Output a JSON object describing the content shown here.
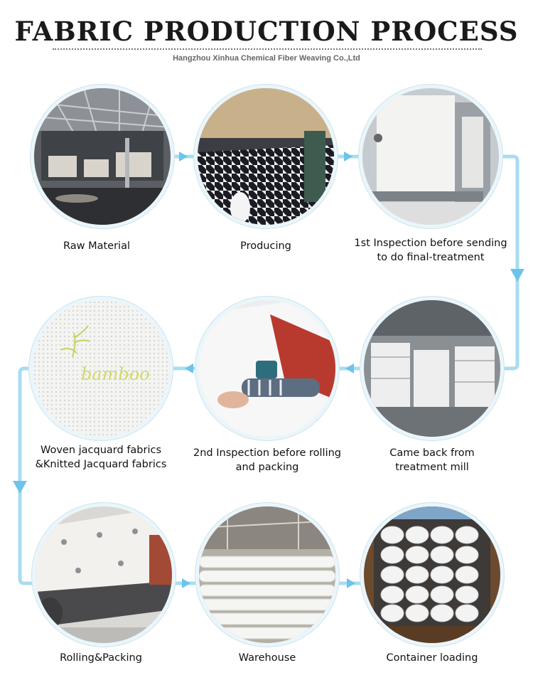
{
  "header": {
    "title": "FABRIC PRODUCTION PROCESS",
    "subtitle": "Hangzhou Xinhua Chemical Fiber Weaving Co.,Ltd"
  },
  "colors": {
    "flow_line": "#a9dcf0",
    "arrow": "#6cc4ea"
  },
  "steps": [
    {
      "label": "Raw Material",
      "image": "warehouse-interior-photo"
    },
    {
      "label": "Producing",
      "image": "weaving-loom-photo"
    },
    {
      "label": "1st Inspection before sending to do final-treatment",
      "line1": "1st Inspection before sending",
      "line2": "to do final-treatment",
      "image": "inspection-machine-photo"
    },
    {
      "label": "Came back from treatment mill",
      "line1": "Came back from",
      "line2": "treatment mill",
      "image": "fabric-carts-photo"
    },
    {
      "label": "2nd Inspection before rolling and packing",
      "line1": "2nd Inspection before rolling",
      "line2": "and packing",
      "image": "fabric-gsm-check-photo"
    },
    {
      "label": "Woven jacquard fabrics &Knitted Jacquard fabrics",
      "line1": "Woven jacquard fabrics",
      "line2": "&Knitted Jacquard fabrics",
      "image": "bamboo-jacquard-fabric-photo",
      "image_text": "bamboo"
    },
    {
      "label": "Rolling&Packing",
      "image": "rolling-machine-photo"
    },
    {
      "label": "Warehouse",
      "image": "fabric-rolls-warehouse-photo"
    },
    {
      "label": "Container loading",
      "image": "container-loading-photo"
    }
  ]
}
